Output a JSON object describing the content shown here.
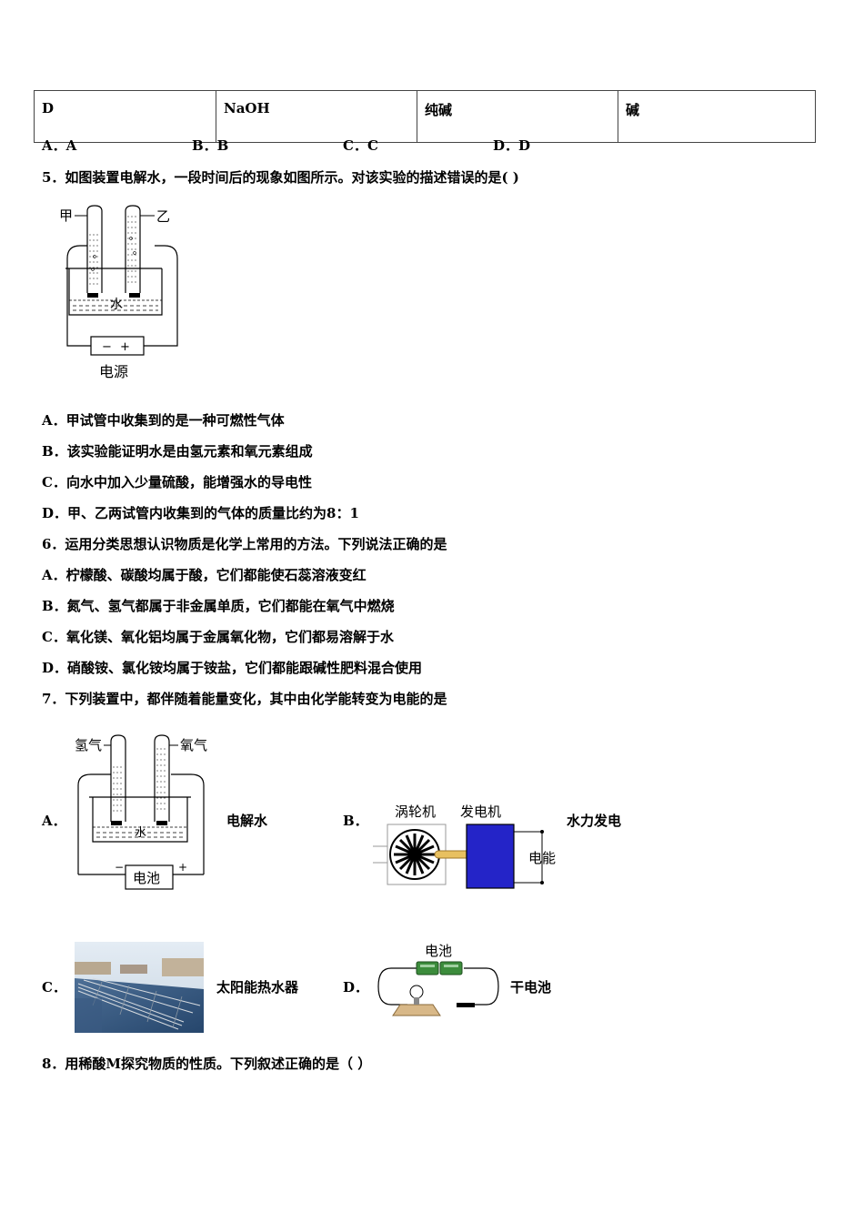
{
  "table_row": [
    "D",
    "NaOH",
    "纯碱",
    "碱"
  ],
  "q4_options": [
    "A．A",
    "B．B",
    "C．C",
    "D．D"
  ],
  "q5": {
    "stem": "5．如图装置电解水，一段时间后的现象如图所示。对该实验的描述错误的是(    )",
    "fig_labels": {
      "left": "甲",
      "right": "乙",
      "water": "水",
      "power": "电源",
      "minus": "−",
      "plus": "+"
    },
    "options": [
      "A．甲试管中收集到的是一种可燃性气体",
      "B．该实验能证明水是由氢元素和氧元素组成",
      "C．向水中加入少量硫酸，能增强水的导电性",
      "D．甲、乙两试管内收集到的气体的质量比约为8：1"
    ]
  },
  "q6": {
    "stem": "6．运用分类思想认识物质是化学上常用的方法。下列说法正确的是",
    "options": [
      "A．柠檬酸、碳酸均属于酸，它们都能使石蕊溶液变红",
      "B．氮气、氢气都属于非金属单质，它们都能在氧气中燃烧",
      "C．氧化镁、氧化铝均属于金属氧化物，它们都易溶解于水",
      "D．硝酸铵、氯化铵均属于铵盐，它们都能跟碱性肥料混合使用"
    ]
  },
  "q7": {
    "stem": "7．下列装置中，都伴随着能量变化，其中由化学能转变为电能的是",
    "A": {
      "letter": "A．",
      "caption": "电解水",
      "fig_left": "氢气",
      "fig_right": "氧气",
      "water": "水",
      "battery": "电池",
      "minus": "−",
      "plus": "+"
    },
    "B": {
      "letter": "B．",
      "caption": "水力发电",
      "turbine": "涡轮机",
      "generator": "发电机",
      "energy": "电能"
    },
    "C": {
      "letter": "C．",
      "caption": "太阳能热水器"
    },
    "D": {
      "letter": "D．",
      "caption": "干电池",
      "battery": "电池"
    }
  },
  "q8": {
    "stem": "8．用稀酸M探究物质的性质。下列叙述正确的是（        ）"
  }
}
